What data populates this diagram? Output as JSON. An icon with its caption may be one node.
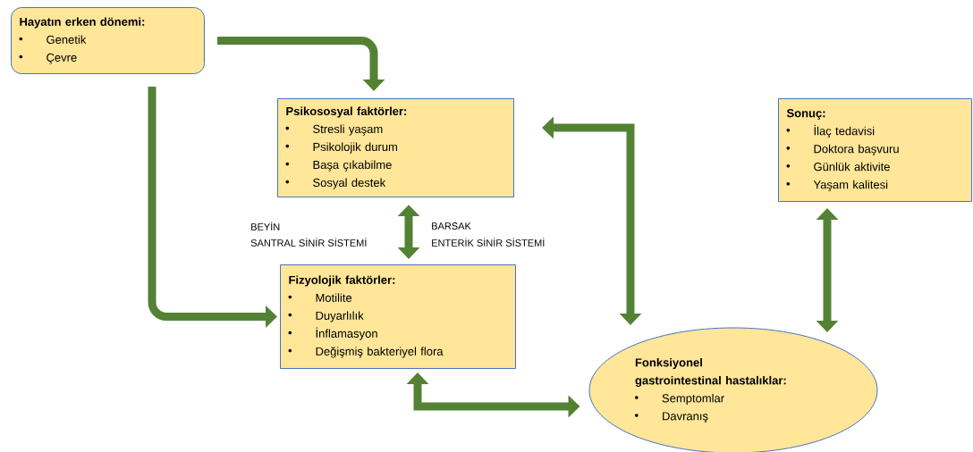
{
  "diagram": {
    "nodes": [
      {
        "text": [
          "Hayatın erken dönemi:",
          "Genetik",
          "Çevre"
        ]
      },
      {
        "text": [
          "Psikososyal faktörler:",
          "Stresli yaşam",
          "Psikolojik durum",
          "Başa çıkabilme",
          "Sosyal destek"
        ]
      },
      {
        "text": [
          "Sonuç:",
          "İlaç tedavisi",
          "Doktora başvuru",
          "Günlük aktivite",
          "Yaşam kalitesi"
        ]
      },
      {
        "text": [
          "Fizyolojik faktörler:",
          "Motilite",
          "Duyarlılık",
          "İnflamasyon",
          "Değişmiş bakteriyel flora"
        ]
      },
      {
        "text": [
          "Fonksiyonel gastrointestinal hastalıklar:",
          "Semptomlar",
          "Davranış"
        ]
      }
    ],
    "edges": [
      {
        "from": 0,
        "to": 1,
        "arrow": "to"
      },
      {
        "from": 0,
        "to": 3,
        "arrow": "to"
      },
      {
        "from": 1,
        "to": 3,
        "arrow": "both"
      },
      {
        "from": 1,
        "to": 4,
        "arrow": "both"
      },
      {
        "from": 2,
        "to": 4,
        "arrow": "both"
      },
      {
        "from": 3,
        "to": 4,
        "arrow": "both"
      }
    ],
    "labels": [
      "BEYİN",
      "SANTRAL SİNİR SİSTEMİ",
      "BARSAK",
      "ENTERİK SİNİR SİSTEMİ"
    ]
  }
}
